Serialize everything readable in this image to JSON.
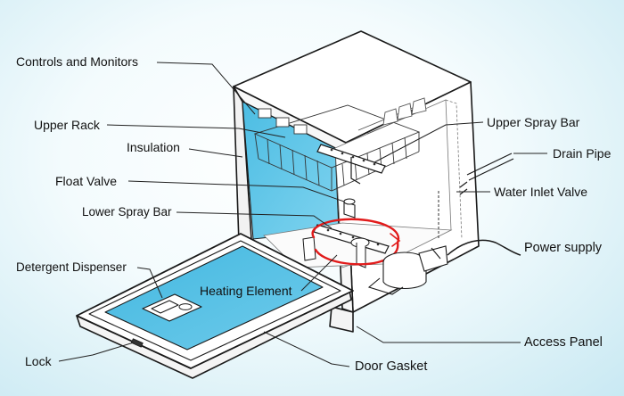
{
  "labels": {
    "controls_and_monitors": "Controls and Monitors",
    "upper_rack": "Upper Rack",
    "insulation": "Insulation",
    "float_valve": "Float Valve",
    "lower_spray_bar": "Lower Spray Bar",
    "detergent_dispenser": "Detergent Dispenser",
    "heating_element": "Heating Element",
    "lock": "Lock",
    "upper_spray_bar": "Upper Spray Bar",
    "drain_pipe": "Drain Pipe",
    "water_inlet_valve": "Water Inlet Valve",
    "power_supply": "Power supply",
    "access_panel": "Access Panel",
    "door_gasket": "Door Gasket"
  },
  "colors": {
    "outline": "#1a1a1a",
    "tub_water": "#58c4e6",
    "door_panel": "#56c1e4",
    "heating_element": "#e11b1b",
    "leader_line": "#222222",
    "background_center": "#ffffff",
    "background_edge": "#c9e9f3"
  }
}
